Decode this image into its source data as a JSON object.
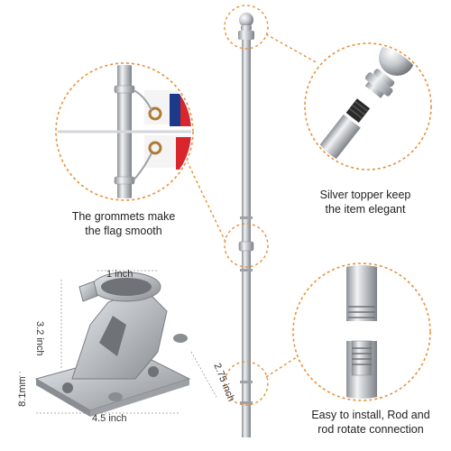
{
  "colors": {
    "accent_dashed": "#e8903a",
    "pole_silver": "#c9ccd0",
    "pole_shadow": "#8d9196",
    "flag_red": "#d8262c",
    "flag_blue": "#1d3a8a",
    "grommet_bronze": "#b07a33"
  },
  "callouts": {
    "grommets": {
      "line1": "The grommets make",
      "line2": "the flag smooth"
    },
    "topper": {
      "line1": "Silver topper keep",
      "line2": "the item elegant"
    },
    "connection": {
      "line1": "Easy to install, Rod and",
      "line2": "rod rotate connection"
    }
  },
  "bracket_dimensions": {
    "top_opening": "1 inch",
    "height": "3.2 inch",
    "base_thickness": "8.1mm",
    "base_width": "4.5 inch",
    "depth": "2.75 inch"
  },
  "icons": {
    "topper": "ball-finial-icon",
    "grommet": "grommet-ring-icon",
    "bracket": "mounting-bracket-icon",
    "connector": "threaded-rod-connector-icon"
  }
}
